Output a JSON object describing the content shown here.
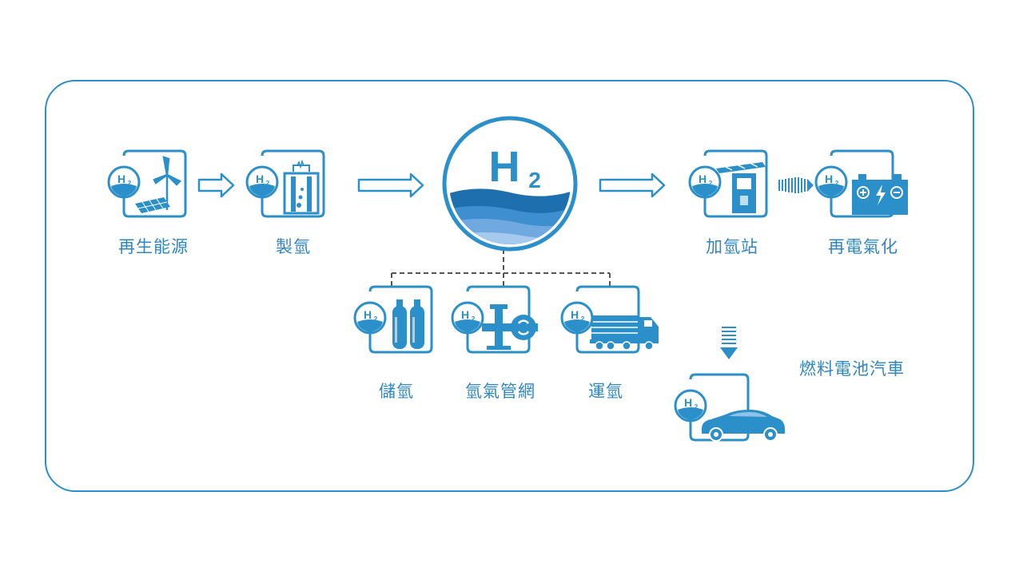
{
  "hub": {
    "symbol": "H",
    "subscript": "2"
  },
  "badge": {
    "symbol": "H",
    "subscript": "2"
  },
  "labels": {
    "renewable": "再生能源",
    "production": "製氫",
    "station": "加氫站",
    "reelectrify": "再電氣化",
    "storage": "儲氫",
    "pipeline": "氫氣管網",
    "transport": "運氫",
    "fcv": "燃料電池汽車"
  },
  "colors": {
    "primary": "#2b8fc9",
    "light": "#8fc3ea",
    "dark": "#1d6fae"
  }
}
